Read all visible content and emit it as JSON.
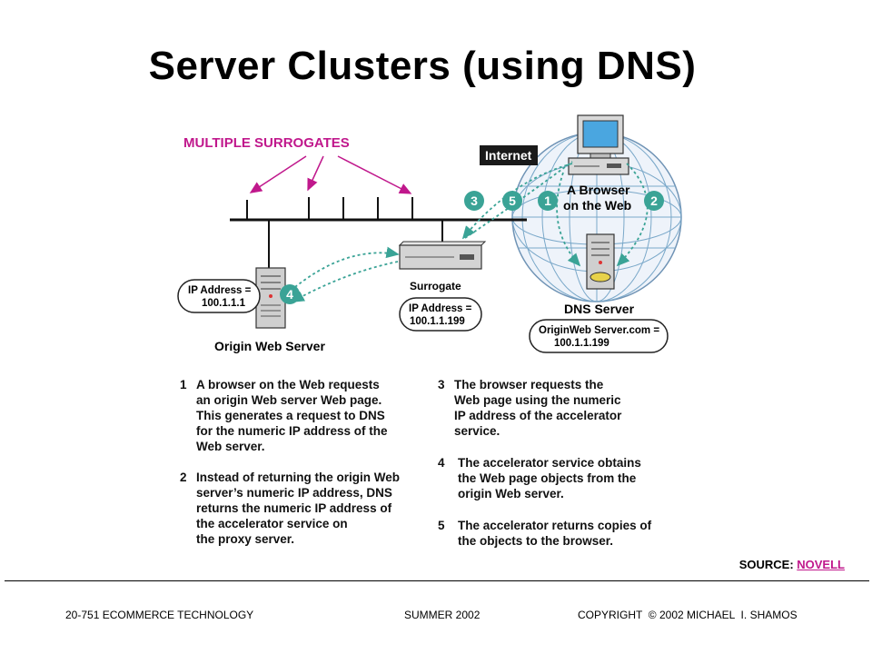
{
  "title": "Server Clusters (using DNS)",
  "diagram": {
    "callout": "MULTIPLE SURROGATES",
    "internet_label": "Internet",
    "browser_label_1": "A Browser",
    "browser_label_2": "on the Web",
    "surrogate_label": "Surrogate",
    "surrogate_ip_1": "IP Address =",
    "surrogate_ip_2": "100.1.1.199",
    "origin_ip_1": "IP Address =",
    "origin_ip_2": "100.1.1.1",
    "origin_label": "Origin Web Server",
    "dns_label": "DNS Server",
    "dns_ip_1": "OriginWeb Server.com =",
    "dns_ip_2": "100.1.1.199",
    "badges": [
      "1",
      "2",
      "3",
      "4",
      "5"
    ],
    "colors": {
      "accent": "#c0188c",
      "teal": "#3aa396",
      "globe_line": "#7aa8c9"
    }
  },
  "steps": [
    {
      "num": "1",
      "text": "A browser on the Web requests\nan origin Web server Web page.\nThis generates a request to DNS\nfor the numeric IP address of the\nWeb server."
    },
    {
      "num": "2",
      "text": "Instead of returning the origin Web\nserver’s numeric IP address, DNS\nreturns the numeric IP address of\nthe accelerator service on\nthe proxy server."
    },
    {
      "num": "3",
      "text": "The browser requests the\nWeb page using the numeric\nIP address of the accelerator\nservice."
    },
    {
      "num": "4",
      "text": "The accelerator service obtains\nthe Web page objects from the\norigin Web server."
    },
    {
      "num": "5",
      "text": "The accelerator returns copies of\nthe objects to the browser."
    }
  ],
  "source": {
    "label": "SOURCE: ",
    "link": "NOVELL"
  },
  "footer": {
    "left": "20-751 ECOMMERCE TECHNOLOGY",
    "center": "SUMMER 2002",
    "right": "COPYRIGHT  © 2002 MICHAEL  I. SHAMOS"
  }
}
